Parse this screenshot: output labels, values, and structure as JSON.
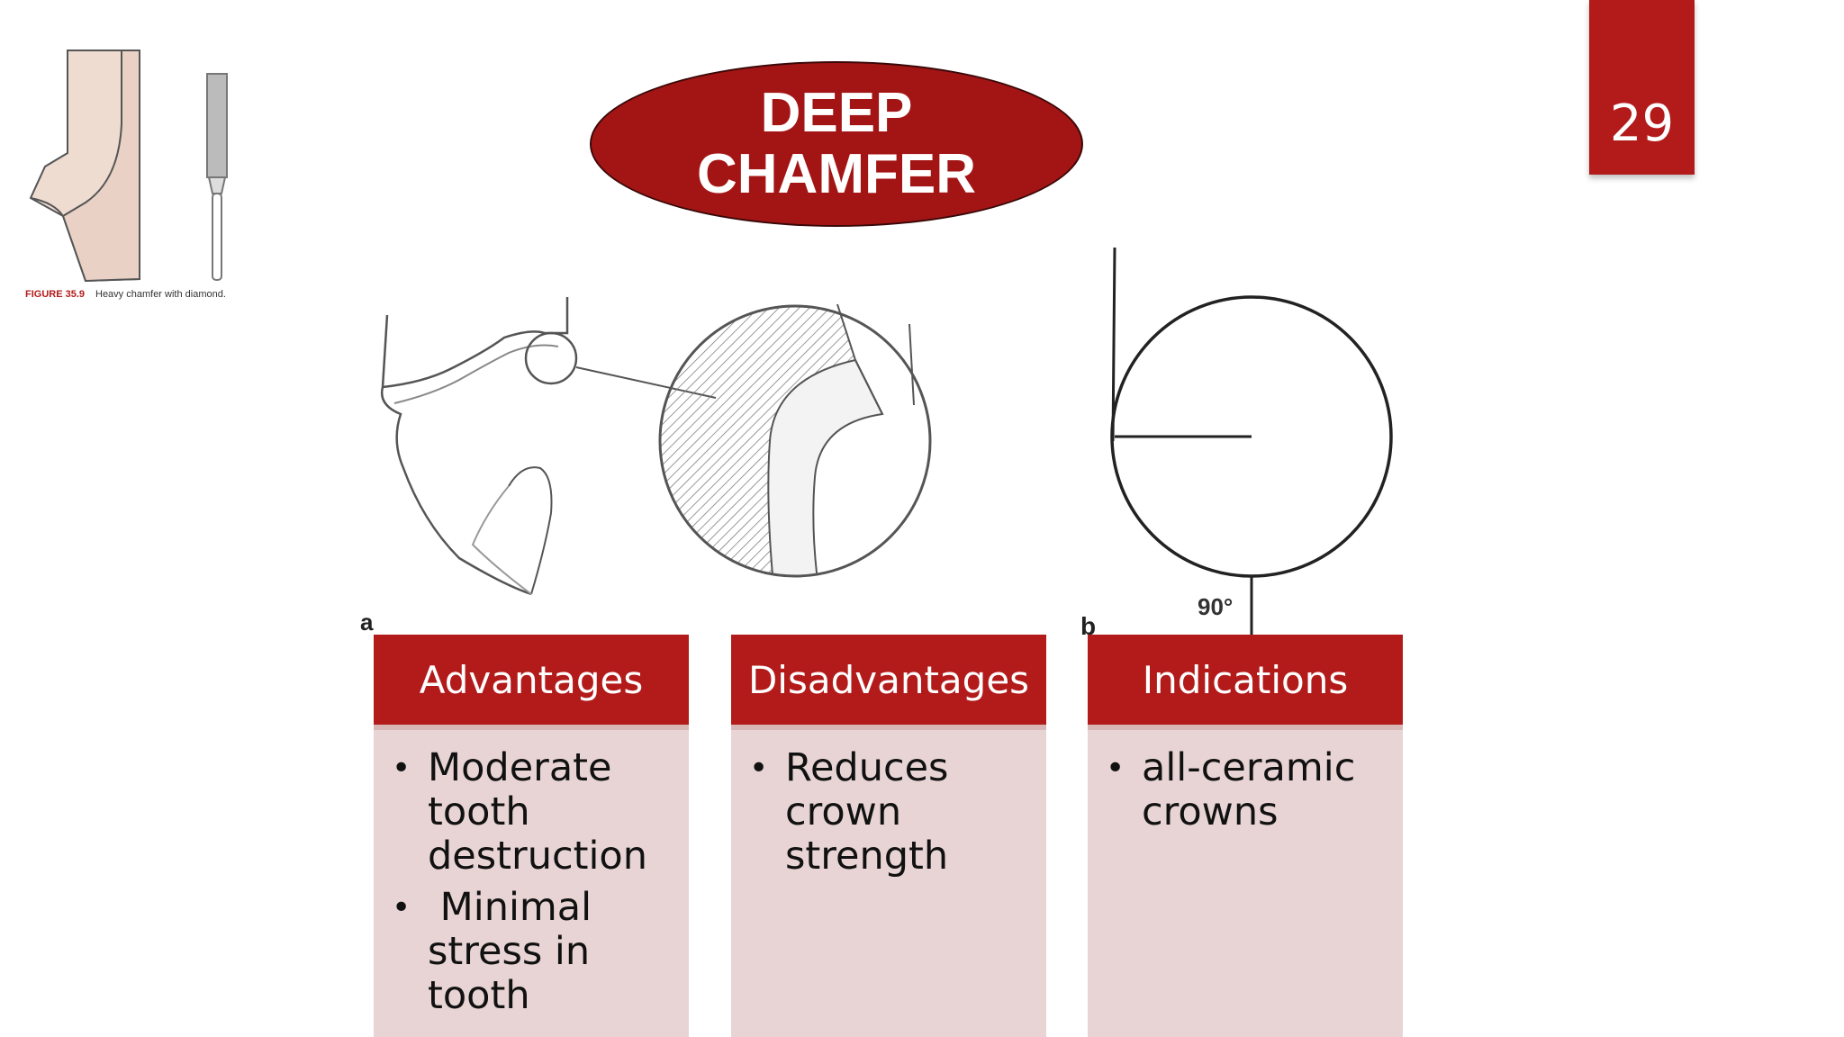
{
  "slide": {
    "number": "29"
  },
  "title": {
    "line1": "DEEP",
    "line2": "CHAMFER"
  },
  "figure_caption": {
    "prefix": "FIGURE 35.9",
    "text": "Heavy chamfer with diamond."
  },
  "diagram": {
    "label_a": "a",
    "label_b": "b",
    "angle": "90°"
  },
  "columns": [
    {
      "heading": "Advantages",
      "items": [
        "Moderate tooth destruction",
        " Minimal stress in tooth"
      ]
    },
    {
      "heading": "Disadvantages",
      "items": [
        "Reduces crown strength"
      ]
    },
    {
      "heading": "Indications",
      "items": [
        "all-ceramic crowns"
      ]
    }
  ],
  "colors": {
    "accent": "#b31b1b",
    "panel": "#e8d4d4"
  }
}
